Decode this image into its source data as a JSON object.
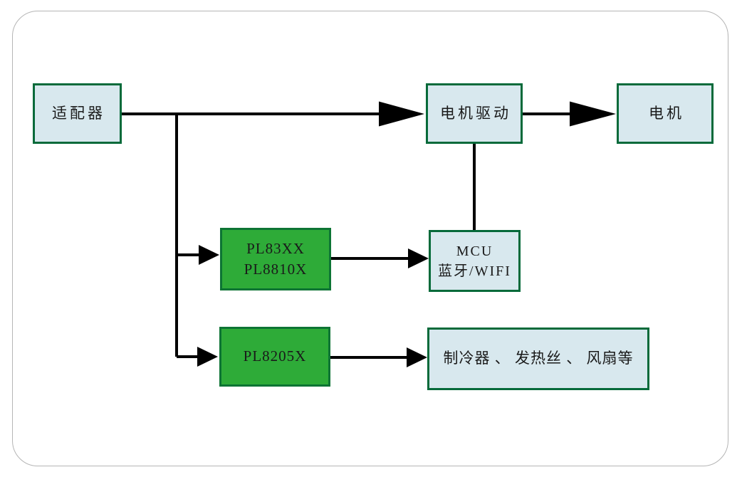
{
  "diagram": {
    "nodes": {
      "adapter": {
        "label": "适配器"
      },
      "motor_drive": {
        "label": "电机驱动"
      },
      "motor": {
        "label": "电机"
      },
      "pl83": {
        "line1": "PL83XX",
        "line2": "PL8810X"
      },
      "mcu": {
        "line1": "MCU",
        "line2": "蓝牙/WIFI"
      },
      "pl8205": {
        "label": "PL8205X"
      },
      "loads": {
        "label": "制冷器 、 发热丝 、 风扇等"
      }
    },
    "edges": [
      {
        "from": "适配器",
        "to": "电机驱动",
        "arrow": "large"
      },
      {
        "from": "电机驱动",
        "to": "电机",
        "arrow": "large"
      },
      {
        "from": "电机驱动",
        "to": "MCU 蓝牙/WIFI",
        "arrow": "none"
      },
      {
        "from": "适配器",
        "to": "PL83XX PL8810X",
        "arrow": "small"
      },
      {
        "from": "适配器",
        "to": "PL8205X",
        "arrow": "small"
      },
      {
        "from": "PL83XX PL8810X",
        "to": "MCU 蓝牙/WIFI",
        "arrow": "small"
      },
      {
        "from": "PL8205X",
        "to": "制冷器 、 发热丝 、 风扇等",
        "arrow": "small"
      }
    ],
    "colors": {
      "node_fill_blue": "#d8e8ee",
      "node_fill_green": "#2eab38",
      "node_border_green": "#066a3a",
      "green_node_border": "#0d7434",
      "connector": "#000000",
      "frame_border": "#b5b5b5",
      "background": "#ffffff",
      "text": "#1a1a1a"
    }
  }
}
